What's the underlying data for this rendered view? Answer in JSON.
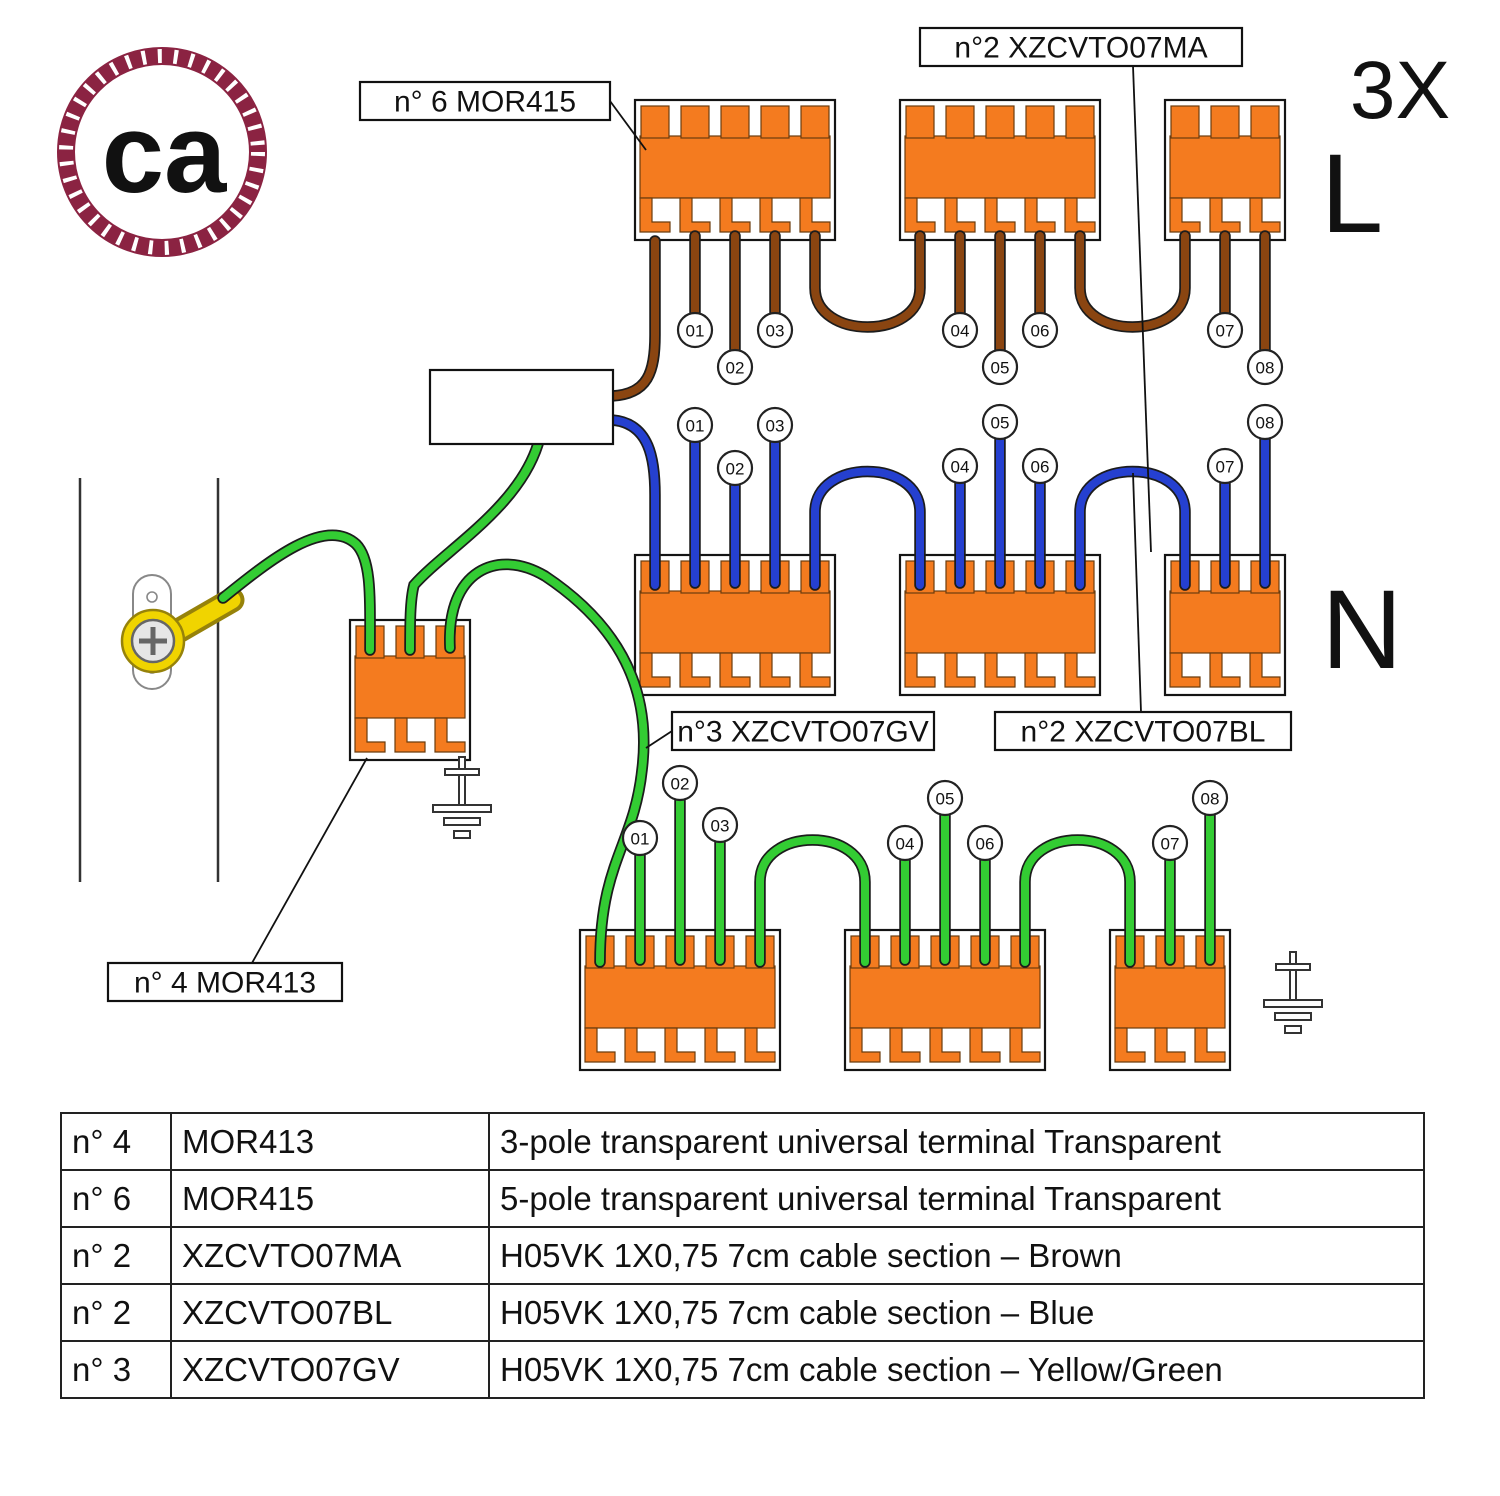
{
  "logo": {
    "text": "ca"
  },
  "corner": {
    "multiplier": "3X",
    "live": "L",
    "neutral": "N"
  },
  "callouts": {
    "mor415": "n° 6 MOR415",
    "ma": "n°2 XZCVTO07MA",
    "gv": "n°3 XZCVTO07GV",
    "bl": "n°2 XZCVTO07BL",
    "mor413": "n° 4  MOR413"
  },
  "ids": {
    "l": [
      "01",
      "02",
      "03",
      "04",
      "05",
      "06",
      "07",
      "08"
    ],
    "n": [
      "01",
      "02",
      "03",
      "04",
      "05",
      "06",
      "07",
      "08"
    ],
    "e": [
      "01",
      "02",
      "03",
      "04",
      "05",
      "06",
      "07",
      "08"
    ]
  },
  "colors": {
    "orange": "#f47b1f",
    "brown": "#8a4511",
    "blue": "#2540d0",
    "green": "#33cc33",
    "logo_ring": "#8b2342",
    "logo_text": "#8a8a8a",
    "eyelet": "#f0d400"
  },
  "table": {
    "rows": [
      {
        "qty": "n° 4",
        "code": "MOR413",
        "desc": "3-pole transparent universal terminal Transparent"
      },
      {
        "qty": "n° 6",
        "code": "MOR415",
        "desc": "5-pole transparent universal terminal Transparent"
      },
      {
        "qty": "n° 2",
        "code": "XZCVTO07MA",
        "desc": "H05VK 1X0,75 7cm cable section – Brown"
      },
      {
        "qty": "n° 2",
        "code": "XZCVTO07BL",
        "desc": "H05VK 1X0,75 7cm cable section – Blue"
      },
      {
        "qty": "n° 3",
        "code": "XZCVTO07GV",
        "desc": "H05VK 1X0,75 7cm cable section – Yellow/Green"
      }
    ]
  }
}
